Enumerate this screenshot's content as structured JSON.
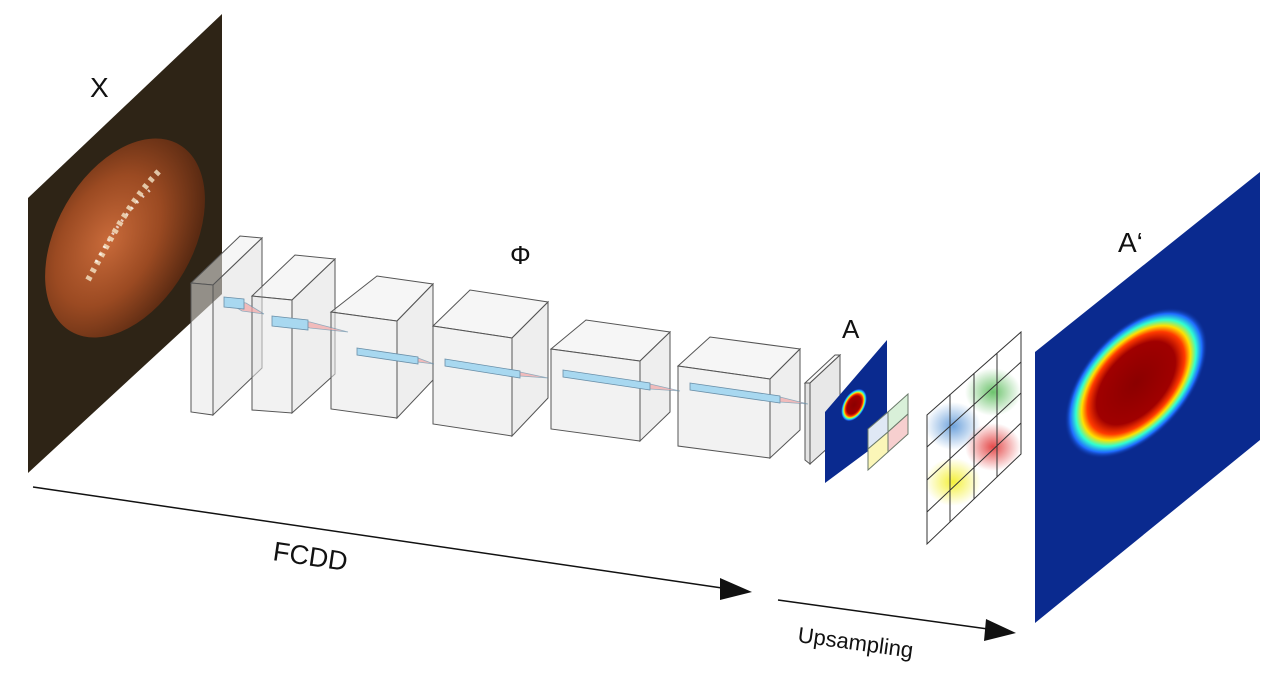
{
  "labels": {
    "input": "X",
    "network": "Φ",
    "heatmap_low": "A",
    "heatmap_full": "A‘",
    "pipeline_arrow": "FCDD",
    "upsampling_arrow": "Upsampling"
  },
  "colors": {
    "background": "#ffffff",
    "heatmap_base": "#0a2a8f",
    "heatmap_hot": "#8b0000",
    "cube_face": "#e4e4e4",
    "cube_edge": "#555555",
    "kernel_fill": "#a8d8f0",
    "kernel_cone": "#f3a6a6",
    "grid_blue": "#6fa3dc",
    "grid_green": "#6cc36c",
    "grid_red": "#e44a4a",
    "grid_yellow": "#f4f03a"
  },
  "icons": {
    "input_image": "hazelnut-photo-icon",
    "arrow": "arrowhead-icon"
  }
}
